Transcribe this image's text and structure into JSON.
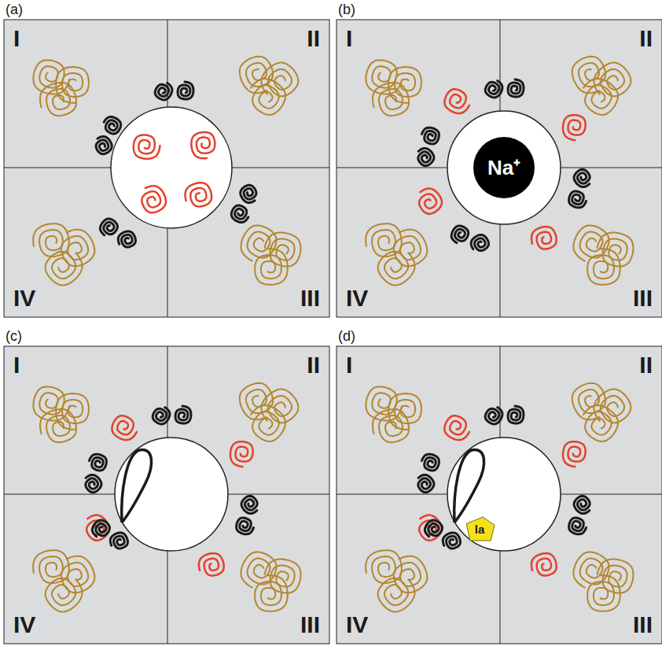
{
  "diagram": {
    "nodes": [
      {
        "text": [
          "Na⁺"
        ]
      },
      {
        "text": [
          "la"
        ]
      }
    ],
    "labels": [
      "(a)",
      "I",
      "II",
      "IV",
      "III",
      "(b)",
      "I",
      "II",
      "IV",
      "III",
      "(c)",
      "I",
      "II",
      "IV",
      "III",
      "(d)",
      "I",
      "II",
      "IV",
      "III"
    ]
  }
}
